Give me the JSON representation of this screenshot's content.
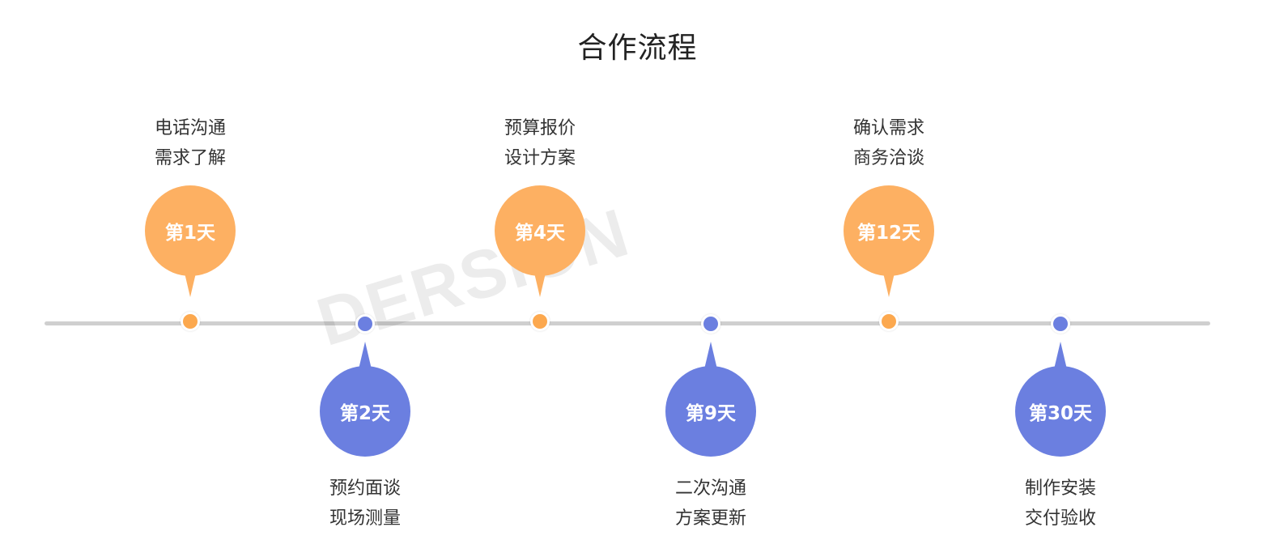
{
  "title": "合作流程",
  "watermark": "DERSION",
  "colors": {
    "orange": "#fdb062",
    "blue": "#6b7fe0",
    "line": "#cfcfcf"
  },
  "steps": [
    {
      "day": "第1天",
      "lines": [
        "电话沟通",
        "需求了解"
      ],
      "color": "orange",
      "position": "above"
    },
    {
      "day": "第2天",
      "lines": [
        "预约面谈",
        "现场测量"
      ],
      "color": "blue",
      "position": "below"
    },
    {
      "day": "第4天",
      "lines": [
        "预算报价",
        "设计方案"
      ],
      "color": "orange",
      "position": "above"
    },
    {
      "day": "第9天",
      "lines": [
        "二次沟通",
        "方案更新"
      ],
      "color": "blue",
      "position": "below"
    },
    {
      "day": "第12天",
      "lines": [
        "确认需求",
        "商务洽谈"
      ],
      "color": "orange",
      "position": "above"
    },
    {
      "day": "第30天",
      "lines": [
        "制作安装",
        "交付验收"
      ],
      "color": "blue",
      "position": "below"
    }
  ]
}
